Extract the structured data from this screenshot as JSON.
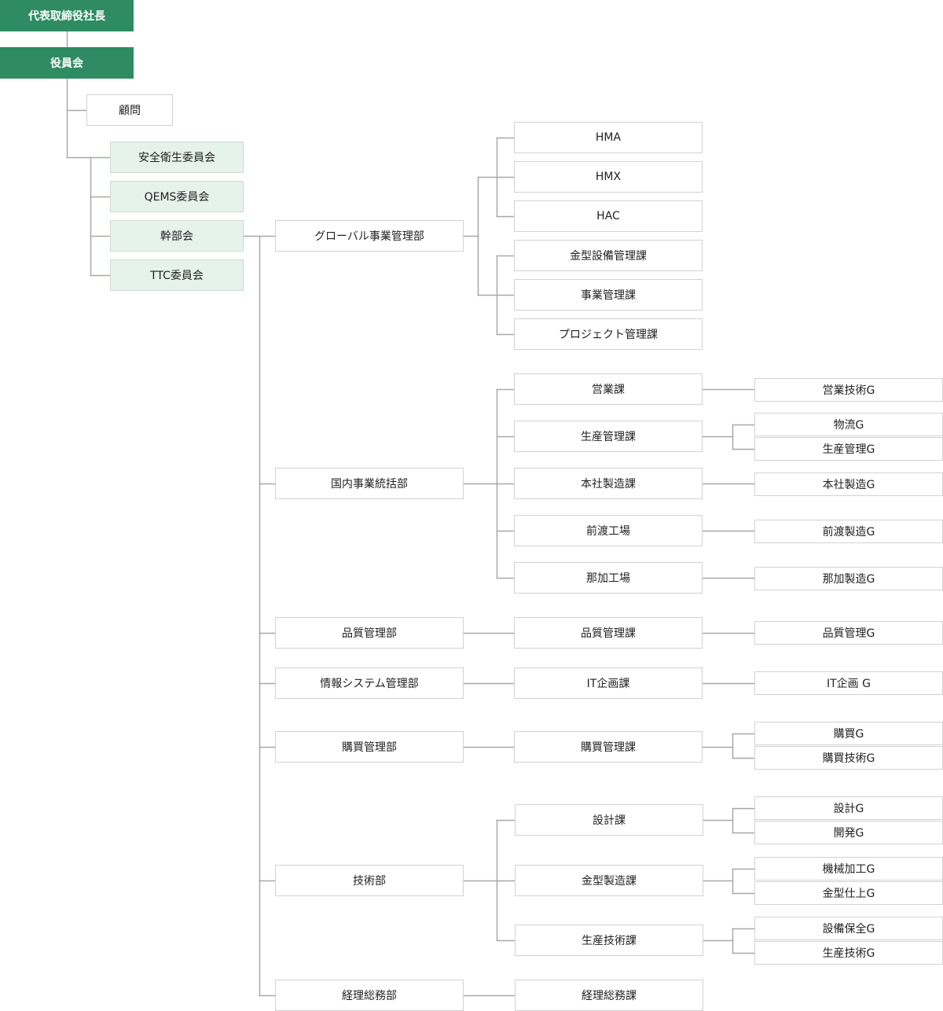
{
  "org": {
    "president": "代表取締役社長",
    "board": "役員会",
    "advisor": "顧問",
    "committees": [
      "安全衛生委員会",
      "QEMS委員会",
      "幹部会",
      "TTC委員会"
    ],
    "departments": [
      {
        "name": "グローバル事業管理部",
        "sections": [
          {
            "name": "HMA",
            "groups": []
          },
          {
            "name": "HMX",
            "groups": []
          },
          {
            "name": "HAC",
            "groups": []
          },
          {
            "name": "金型設備管理課",
            "groups": []
          },
          {
            "name": "事業管理課",
            "groups": []
          },
          {
            "name": "プロジェクト管理課",
            "groups": []
          }
        ]
      },
      {
        "name": "国内事業統括部",
        "sections": [
          {
            "name": "営業課",
            "groups": [
              "営業技術G"
            ]
          },
          {
            "name": "生産管理課",
            "groups": [
              "物流G",
              "生産管理G"
            ]
          },
          {
            "name": "本社製造課",
            "groups": [
              "本社製造G"
            ]
          },
          {
            "name": "前渡工場",
            "groups": [
              "前渡製造G"
            ]
          },
          {
            "name": "那加工場",
            "groups": [
              "那加製造G"
            ]
          }
        ]
      },
      {
        "name": "品質管理部",
        "sections": [
          {
            "name": "品質管理課",
            "groups": [
              "品質管理G"
            ]
          }
        ]
      },
      {
        "name": "情報システム管理部",
        "sections": [
          {
            "name": "IT企画課",
            "groups": [
              "IT企画 G"
            ]
          }
        ]
      },
      {
        "name": "購買管理部",
        "sections": [
          {
            "name": "購買管理課",
            "groups": [
              "購買G",
              "購買技術G"
            ]
          }
        ]
      },
      {
        "name": "技術部",
        "sections": [
          {
            "name": "設計課",
            "groups": [
              "設計G",
              "開発G"
            ]
          },
          {
            "name": "金型製造課",
            "groups": [
              "機械加工G",
              "金型仕上G"
            ]
          },
          {
            "name": "生産技術課",
            "groups": [
              "設備保全G",
              "生産技術G"
            ]
          }
        ]
      },
      {
        "name": "経理総務部",
        "sections": [
          {
            "name": "経理総務課",
            "groups": []
          }
        ]
      }
    ]
  }
}
